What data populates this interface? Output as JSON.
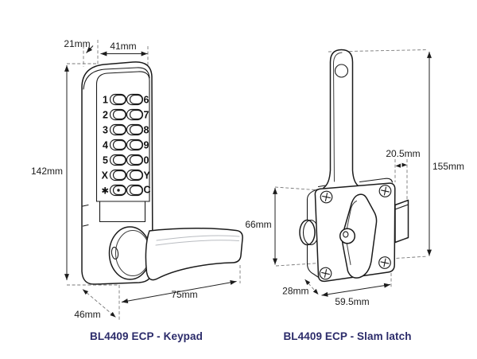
{
  "page": {
    "background": "#ffffff"
  },
  "colors": {
    "label_text": "#2b2b6a",
    "line": "#1b1b1b",
    "dash": "#7a7a7a"
  },
  "keypad_diagram": {
    "label": "BL4409 ECP - Keypad",
    "dims": {
      "top_depth": "21mm",
      "width": "41mm",
      "height": "142mm",
      "base_depth": "46mm",
      "handle_length": "75mm"
    },
    "keypad_rows": [
      {
        "left": "1",
        "right": "6"
      },
      {
        "left": "2",
        "right": "7"
      },
      {
        "left": "3",
        "right": "8"
      },
      {
        "left": "4",
        "right": "9"
      },
      {
        "left": "5",
        "right": "0"
      },
      {
        "left": "X",
        "right": "Y"
      },
      {
        "left": "✱",
        "right": "C"
      }
    ]
  },
  "latch_diagram": {
    "label": "BL4409 ECP - Slam latch",
    "dims": {
      "bolt_projection": "20.5mm",
      "total_height": "155mm",
      "case_height": "66mm",
      "case_depth": "28mm",
      "case_width": "59.5mm"
    }
  }
}
